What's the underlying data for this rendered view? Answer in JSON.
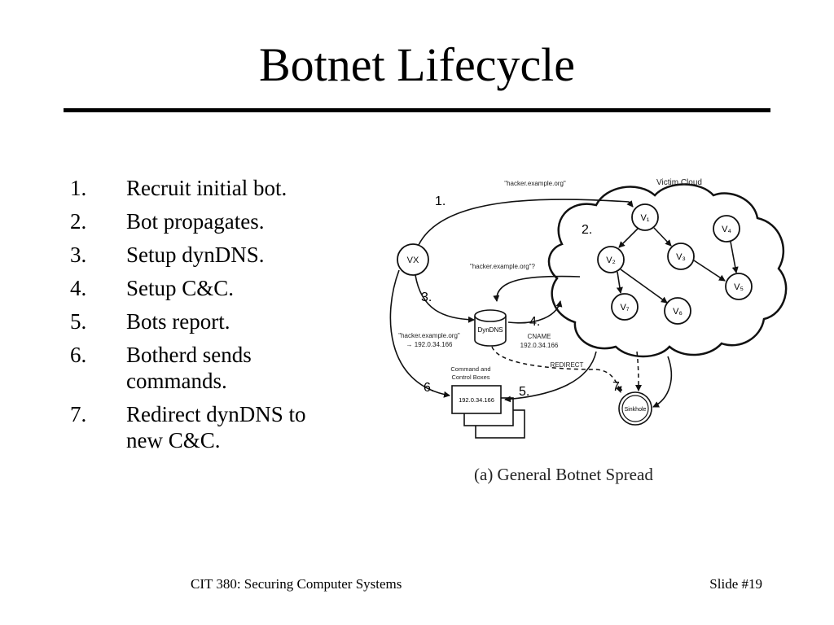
{
  "slide": {
    "title": "Botnet Lifecycle",
    "steps": [
      {
        "number": "1.",
        "text": "Recruit initial bot."
      },
      {
        "number": "2.",
        "text": "Bot propagates."
      },
      {
        "number": "3.",
        "text": "Setup dynDNS."
      },
      {
        "number": "4.",
        "text": "Setup C&C."
      },
      {
        "number": "5.",
        "text": "Bots report."
      },
      {
        "number": "6.",
        "text": "Botherd sends commands."
      },
      {
        "number": "7.",
        "text": "Redirect dynDNS to new C&C."
      }
    ],
    "footer": {
      "course": "CIT 380: Securing Computer Systems",
      "slide_number": "Slide #19"
    }
  },
  "diagram": {
    "caption": "(a)  General Botnet Spread",
    "cloud_label": "Victim Cloud",
    "attacker_node": "VX",
    "victim_nodes": {
      "v1": "V₁",
      "v2": "V₂",
      "v3": "V₃",
      "v4": "V₄",
      "v5": "V₅",
      "v6": "V₆",
      "v7": "V₇"
    },
    "dns_label": "DynDNS",
    "sinkhole_label": "Sinkhole",
    "cc_title_line1": "Command and",
    "cc_title_line2": "Control Boxes",
    "cc_ip": "192.0.34.166",
    "top_hostname": "\"hacker.example.org\"",
    "query_label": "\"hacker.example.org\"?",
    "resolve_line1": "\"hacker.example.org\"",
    "resolve_line2": "→ 192.0.34.166",
    "cname_line1": "CNAME",
    "cname_line2": "192.0.34.166",
    "redirect_label": "REDIRECT",
    "step_markers": {
      "s1": "1.",
      "s2": "2.",
      "s3": "3.",
      "s4": "4.",
      "s5": "5.",
      "s6": "6.",
      "s7": "7."
    }
  }
}
